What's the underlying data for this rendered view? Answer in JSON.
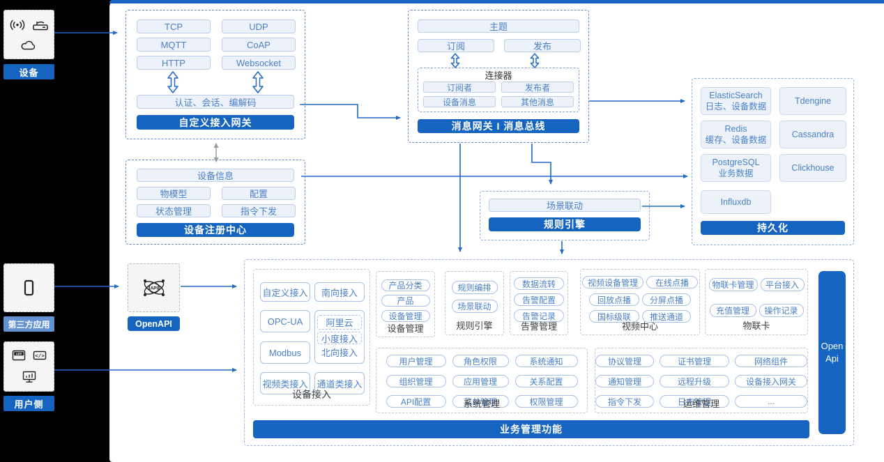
{
  "colors": {
    "accent": "#1565C0",
    "arrow_blue": "#2268C4",
    "item_text_blue": "#4A80C6",
    "third_party_label_bg": "#6292D2",
    "panel_bg": "#FFFFFF",
    "outer_bg": "#000000"
  },
  "left_rail": {
    "device": {
      "label": "设备",
      "icons": [
        "wifi-signal-icon",
        "router-icon",
        "cloud-icon"
      ]
    },
    "third_party": {
      "label": "第三方应用",
      "icons": [
        "phone-icon"
      ]
    },
    "user_side": {
      "label": "用户侧",
      "icons": [
        "app-window-icon",
        "code-window-icon",
        "chart-monitor-icon"
      ]
    }
  },
  "gateway": {
    "protocols": [
      "TCP",
      "UDP",
      "MQTT",
      "CoAP",
      "HTTP",
      "Websocket"
    ],
    "auth_bar": "认证、会话、编解码",
    "title": "自定义接入网关"
  },
  "message_bus": {
    "topic": "主题",
    "subscribe": "订阅",
    "publish": "发布",
    "connector": {
      "title": "连接器",
      "items": [
        "订阅者",
        "发布者",
        "设备消息",
        "其他消息"
      ]
    },
    "title": "消息网关 I 消息总线"
  },
  "registry": {
    "device_info": "设备信息",
    "items": [
      "物模型",
      "配置",
      "状态管理",
      "指令下发"
    ],
    "title": "设备注册中心"
  },
  "rule_engine_box": {
    "scene": "场景联动",
    "title": "规则引擎"
  },
  "persistence": {
    "databases": [
      {
        "name": "ElasticSearch",
        "desc": "日志、设备数据"
      },
      {
        "name": "Tdengine",
        "desc": ""
      },
      {
        "name": "Redis",
        "desc": "缓存、设备数据"
      },
      {
        "name": "Cassandra",
        "desc": ""
      },
      {
        "name": "PostgreSQL",
        "desc": "业务数据"
      },
      {
        "name": "Clickhouse",
        "desc": ""
      },
      {
        "name": "Influxdb",
        "desc": ""
      }
    ],
    "title": "持久化"
  },
  "openapi": {
    "label": "OpenAPI"
  },
  "business": {
    "title": "业务管理功能",
    "open_api": {
      "line1": "Open",
      "line2": "Api"
    },
    "device_access": {
      "label": "设备接入",
      "left_items": [
        "自定义接入",
        "OPC-UA",
        "Modbus",
        "视频类接入"
      ],
      "south": "南向接入",
      "north": {
        "items": [
          "阿里云",
          "小度接入"
        ],
        "label": "北向接入"
      },
      "channel": "通道类接入"
    },
    "device_mgmt": {
      "label": "设备管理",
      "items": [
        "产品分类",
        "产品",
        "设备管理"
      ]
    },
    "rule": {
      "label": "规则引擎",
      "items": [
        "规则编排",
        "场景联动"
      ]
    },
    "alarm": {
      "label": "告警管理",
      "items": [
        "数据流转",
        "告警配置",
        "告警记录"
      ]
    },
    "video": {
      "label": "视频中心",
      "items": [
        "视频设备管理",
        "在线点播",
        "回放点播",
        "分屏点播",
        "国标级联",
        "推送通道"
      ]
    },
    "iot_card": {
      "label": "物联卡",
      "items": [
        "物联卡管理",
        "平台接入",
        "充值管理",
        "操作记录"
      ]
    },
    "system": {
      "label": "系统管理",
      "items": [
        "用户管理",
        "角色权限",
        "系统通知",
        "组织管理",
        "应用管理",
        "关系配置",
        "API配置",
        "菜单管理",
        "权限管理"
      ]
    },
    "ops": {
      "label": "运维管理",
      "items": [
        "协议管理",
        "证书管理",
        "网络组件",
        "通知管理",
        "远程升级",
        "设备接入网关",
        "指令下发",
        "日志管理",
        "..."
      ]
    }
  }
}
